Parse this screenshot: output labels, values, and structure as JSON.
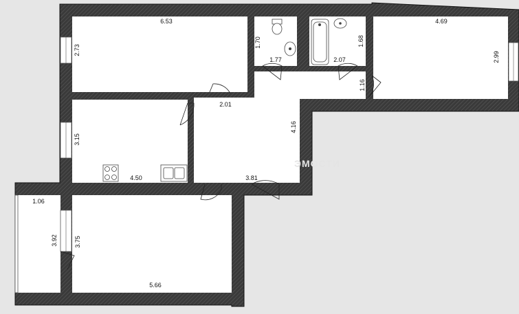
{
  "watermark": "ЭМОСТИ",
  "dimensions": {
    "living_top_width": "6.53",
    "living_top_height": "2.73",
    "toilet_height": "1.70",
    "toilet_width": "1.77",
    "bath_width": "2.07",
    "bath_height": "1.68",
    "bedroom_right_width": "4.69",
    "bedroom_right_height": "2.99",
    "entry_niche": "1.16",
    "corridor_top": "2.01",
    "corridor_height": "4.16",
    "corridor_width": "3.81",
    "kitchen_height": "3.15",
    "kitchen_width": "4.50",
    "balcony_width": "1.06",
    "balcony_height": "3.92",
    "bedroom_bottom_height": "3.75",
    "bedroom_bottom_width": "5.66"
  }
}
